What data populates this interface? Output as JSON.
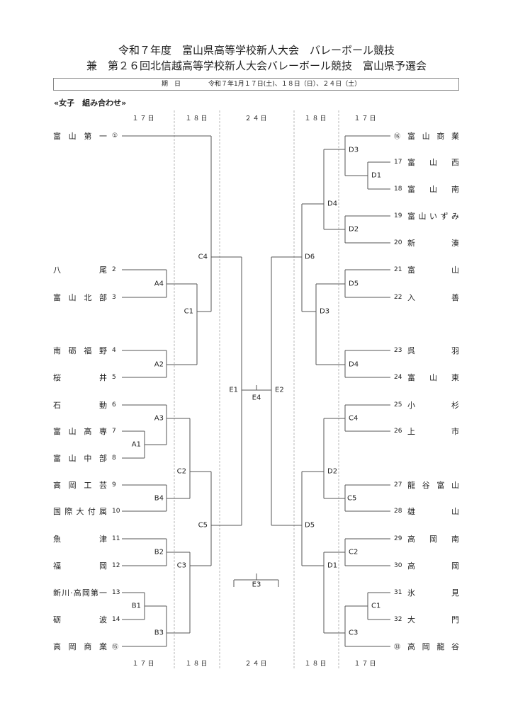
{
  "header": {
    "title_line1": "令和７年度　富山県高等学校新人大会　バレーボール競技",
    "title_line2": "兼　第２６回北信越高等学校新人大会バレーボール競技　富山県予選会",
    "date_label": "期　日",
    "date_value": "令和７年1月１７日(土)、１８日（日）、２４日（土）"
  },
  "section_title": "«女子　組み合わせ»",
  "day_headers": [
    "１７日",
    "１８日",
    "２４日",
    "１８日",
    "１７日"
  ],
  "left_teams": [
    {
      "num": "①",
      "name": "富山第一"
    },
    {
      "num": "2",
      "name": "八　尾"
    },
    {
      "num": "3",
      "name": "富山北部"
    },
    {
      "num": "4",
      "name": "南砺福野"
    },
    {
      "num": "5",
      "name": "桜　井"
    },
    {
      "num": "6",
      "name": "石　動"
    },
    {
      "num": "7",
      "name": "富山高専"
    },
    {
      "num": "8",
      "name": "富山中部"
    },
    {
      "num": "9",
      "name": "高岡工芸"
    },
    {
      "num": "10",
      "name": "国際大付属"
    },
    {
      "num": "11",
      "name": "魚　津"
    },
    {
      "num": "12",
      "name": "福　岡"
    },
    {
      "num": "13",
      "name": "新川·高岡第一"
    },
    {
      "num": "14",
      "name": "砺　波"
    },
    {
      "num": "⑮",
      "name": "高岡商業"
    }
  ],
  "right_teams": [
    {
      "num": "⑯",
      "name": "富山商業"
    },
    {
      "num": "17",
      "name": "富山西"
    },
    {
      "num": "18",
      "name": "富山南"
    },
    {
      "num": "19",
      "name": "富山いずみ"
    },
    {
      "num": "20",
      "name": "新　湊"
    },
    {
      "num": "21",
      "name": "富　山"
    },
    {
      "num": "22",
      "name": "入　善"
    },
    {
      "num": "23",
      "name": "呉　羽"
    },
    {
      "num": "24",
      "name": "富山東"
    },
    {
      "num": "25",
      "name": "小　杉"
    },
    {
      "num": "26",
      "name": "上　市"
    },
    {
      "num": "27",
      "name": "龍谷富山"
    },
    {
      "num": "28",
      "name": "雄　山"
    },
    {
      "num": "29",
      "name": "高岡南"
    },
    {
      "num": "30",
      "name": "高　岡"
    },
    {
      "num": "31",
      "name": "氷　見"
    },
    {
      "num": "32",
      "name": "大　門"
    },
    {
      "num": "㉝",
      "name": "高岡龍谷"
    }
  ],
  "left_matches": [
    "C4",
    "A4",
    "C1",
    "A2",
    "A3",
    "A1",
    "C2",
    "B4",
    "C5",
    "B2",
    "C3",
    "B1",
    "B3",
    "E1"
  ],
  "right_matches": [
    "D3",
    "D1",
    "D4",
    "D2",
    "D6",
    "D5",
    "D3",
    "D4",
    "E2",
    "C4",
    "D2",
    "C5",
    "D5",
    "C2",
    "D1",
    "C1",
    "C3"
  ],
  "center_matches": [
    "E4",
    "E3"
  ]
}
